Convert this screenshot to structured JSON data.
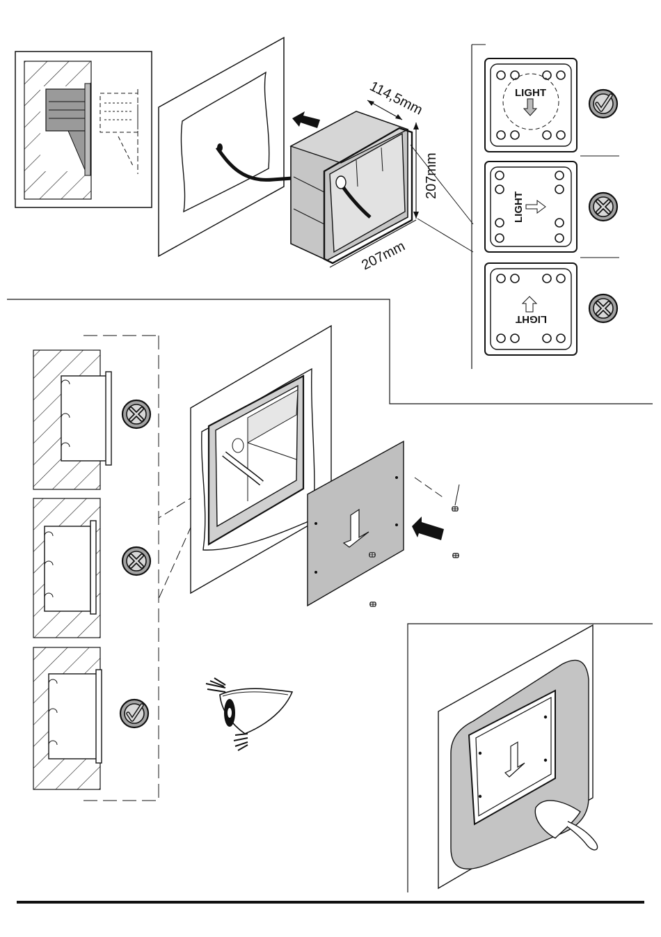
{
  "dimensions": {
    "depth": "114,5mm",
    "height": "207mm",
    "width": "207mm"
  },
  "orientation_panels": [
    {
      "label": "LIGHT",
      "status": "ok"
    },
    {
      "label": "LIGHT",
      "status": "wrong"
    },
    {
      "label": "LIGHT",
      "status": "wrong"
    }
  ],
  "flush_options": [
    {
      "status": "wrong"
    },
    {
      "status": "wrong"
    },
    {
      "status": "ok"
    }
  ],
  "colors": {
    "line": "#111111",
    "fill_gray": "#bdbdbd",
    "plaster_gray": "#c4c4c4",
    "badge_gray": "#9e9e9e"
  }
}
